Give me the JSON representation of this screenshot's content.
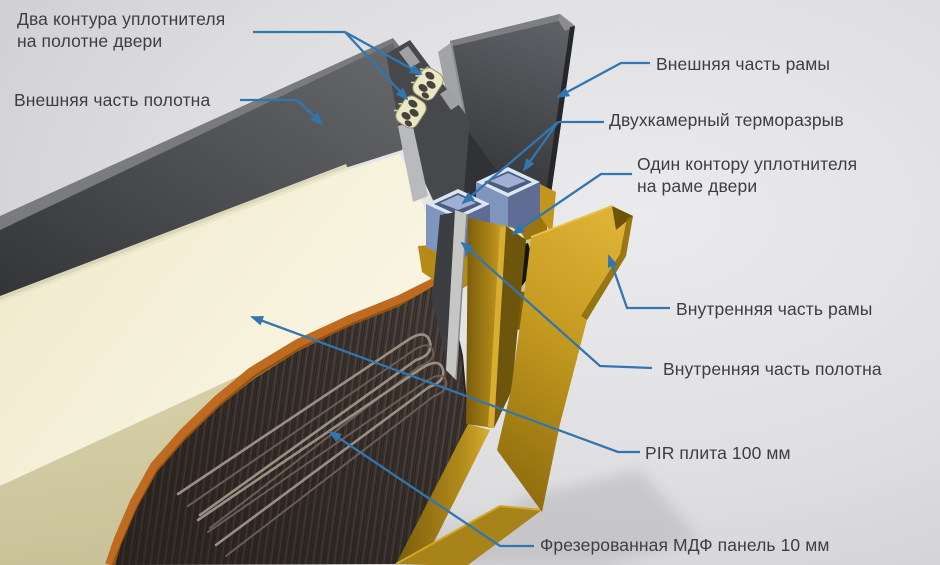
{
  "diagram": {
    "type": "door-thermal-break-cutaway",
    "language": "ru"
  },
  "labels": {
    "seal_leaf": {
      "line1": "Два контура уплотнителя",
      "line2": "на полотне двери"
    },
    "outer_leaf": {
      "line1": "Внешняя часть полотна"
    },
    "outer_frame": {
      "line1": "Внешняя часть рамы"
    },
    "thermal_break": {
      "line1": "Двухкамерный терморазрыв"
    },
    "frame_seal": {
      "line1": "Один контору уплотнителя",
      "line2": "на раме двери"
    },
    "inner_frame": {
      "line1": "Внутренняя часть рамы"
    },
    "inner_leaf": {
      "line1": "Внутренняя часть полотна"
    },
    "pir": {
      "line1": "PIR плита 100 мм"
    },
    "mdf": {
      "line1": "Фрезерованная МДФ панель 10 мм"
    }
  },
  "colors": {
    "leader_arrow": "#3276b0",
    "label_text": "#3e3e40",
    "steel_dark": "#404246",
    "pir_cream": "#f3eed4",
    "gold": "#c79b22",
    "mdf_wood": "#4a403b",
    "thermal_tube_blue": "#8095bd",
    "seal_cream": "#ebe6c3",
    "background": "#dfdfe1"
  }
}
